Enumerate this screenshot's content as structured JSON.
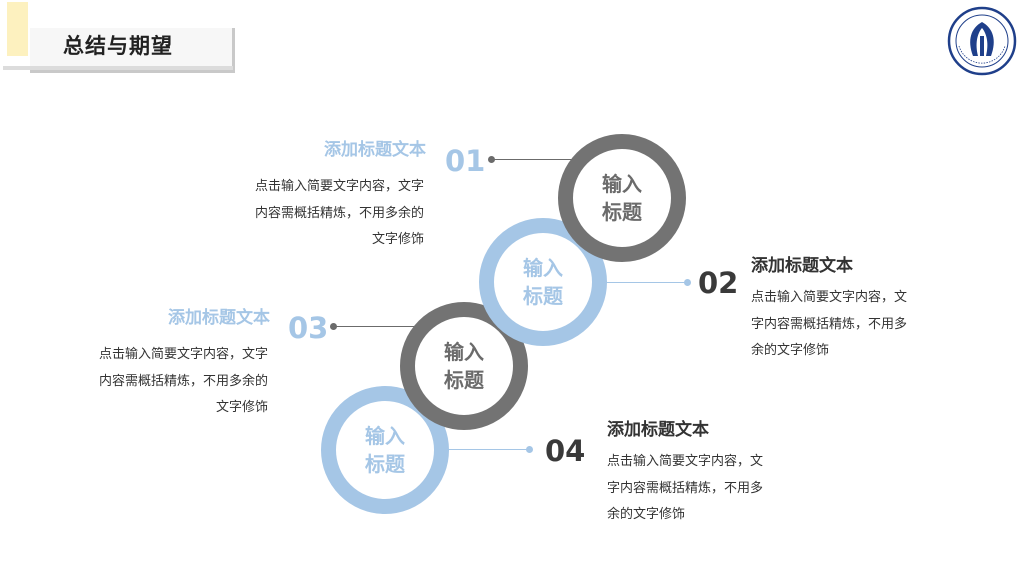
{
  "header": {
    "title": "总结与期望"
  },
  "logo": {
    "name": "university-seal-icon",
    "color": "#1f3f8a"
  },
  "colors": {
    "gray": "#737373",
    "blue": "#a5c6e6",
    "dark_text": "#333333"
  },
  "steps": [
    {
      "number": "01",
      "circle_line1": "输入",
      "circle_line2": "标题",
      "title": "添加标题文本",
      "body_line1": "点击输入简要文字内容，文字",
      "body_line2": "内容需概括精炼，不用多余的",
      "body_line3": "文字修饰"
    },
    {
      "number": "02",
      "circle_line1": "输入",
      "circle_line2": "标题",
      "title": "添加标题文本",
      "body_line1": "点击输入简要文字内容，文",
      "body_line2": "字内容需概括精炼，不用多",
      "body_line3": "余的文字修饰"
    },
    {
      "number": "03",
      "circle_line1": "输入",
      "circle_line2": "标题",
      "title": "添加标题文本",
      "body_line1": "点击输入简要文字内容，文字",
      "body_line2": "内容需概括精炼，不用多余的",
      "body_line3": "文字修饰"
    },
    {
      "number": "04",
      "circle_line1": "输入",
      "circle_line2": "标题",
      "title": "添加标题文本",
      "body_line1": "点击输入简要文字内容，文",
      "body_line2": "字内容需概括精炼，不用多",
      "body_line3": "余的文字修饰"
    }
  ]
}
